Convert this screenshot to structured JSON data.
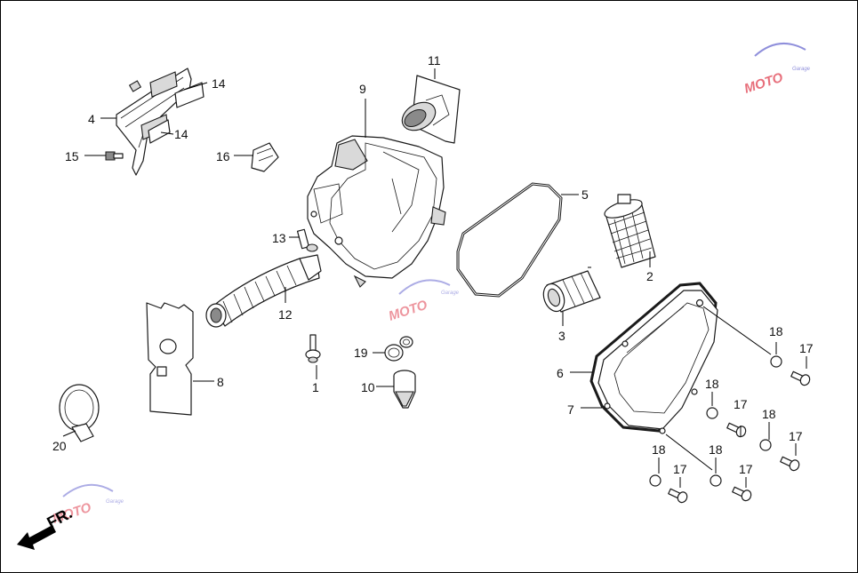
{
  "diagram": {
    "callouts": [
      {
        "id": "c1",
        "text": "1"
      },
      {
        "id": "c2",
        "text": "2"
      },
      {
        "id": "c3",
        "text": "3"
      },
      {
        "id": "c4",
        "text": "4"
      },
      {
        "id": "c5",
        "text": "5"
      },
      {
        "id": "c6",
        "text": "6"
      },
      {
        "id": "c7",
        "text": "7"
      },
      {
        "id": "c8",
        "text": "8"
      },
      {
        "id": "c9",
        "text": "9"
      },
      {
        "id": "c10",
        "text": "10"
      },
      {
        "id": "c11",
        "text": "11"
      },
      {
        "id": "c12",
        "text": "12"
      },
      {
        "id": "c13",
        "text": "13"
      },
      {
        "id": "c14a",
        "text": "14"
      },
      {
        "id": "c14b",
        "text": "14"
      },
      {
        "id": "c15",
        "text": "15"
      },
      {
        "id": "c16",
        "text": "16"
      },
      {
        "id": "c17a",
        "text": "17"
      },
      {
        "id": "c17b",
        "text": "17"
      },
      {
        "id": "c17c",
        "text": "17"
      },
      {
        "id": "c17d",
        "text": "17"
      },
      {
        "id": "c17e",
        "text": "17"
      },
      {
        "id": "c18a",
        "text": "18"
      },
      {
        "id": "c18b",
        "text": "18"
      },
      {
        "id": "c18c",
        "text": "18"
      },
      {
        "id": "c18d",
        "text": "18"
      },
      {
        "id": "c18e",
        "text": "18"
      },
      {
        "id": "c19",
        "text": "19"
      },
      {
        "id": "c20",
        "text": "20"
      }
    ],
    "direction_label": "FR.",
    "watermark": {
      "brand": "MOTO",
      "sub": "Garage"
    },
    "colors": {
      "line": "#1a1a1a",
      "shade": "#d9d9d9",
      "wm_red": "#e04050",
      "wm_blue": "#6a6ad0"
    }
  }
}
